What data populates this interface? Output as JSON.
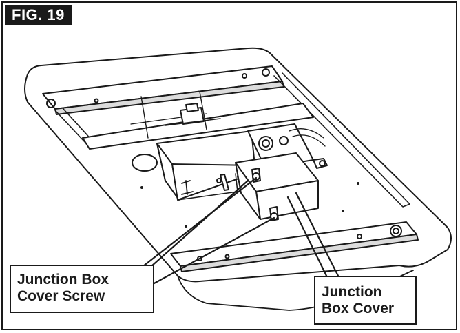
{
  "figure": {
    "label": "FIG. 19"
  },
  "callouts": {
    "screw": {
      "line1": "Junction Box",
      "line2": "Cover Screw"
    },
    "cover": {
      "line1": "Junction",
      "line2": "Box Cover"
    }
  },
  "colors": {
    "ink": "#1a1a1a",
    "paper": "#ffffff",
    "shade": "#dcdcdc"
  }
}
